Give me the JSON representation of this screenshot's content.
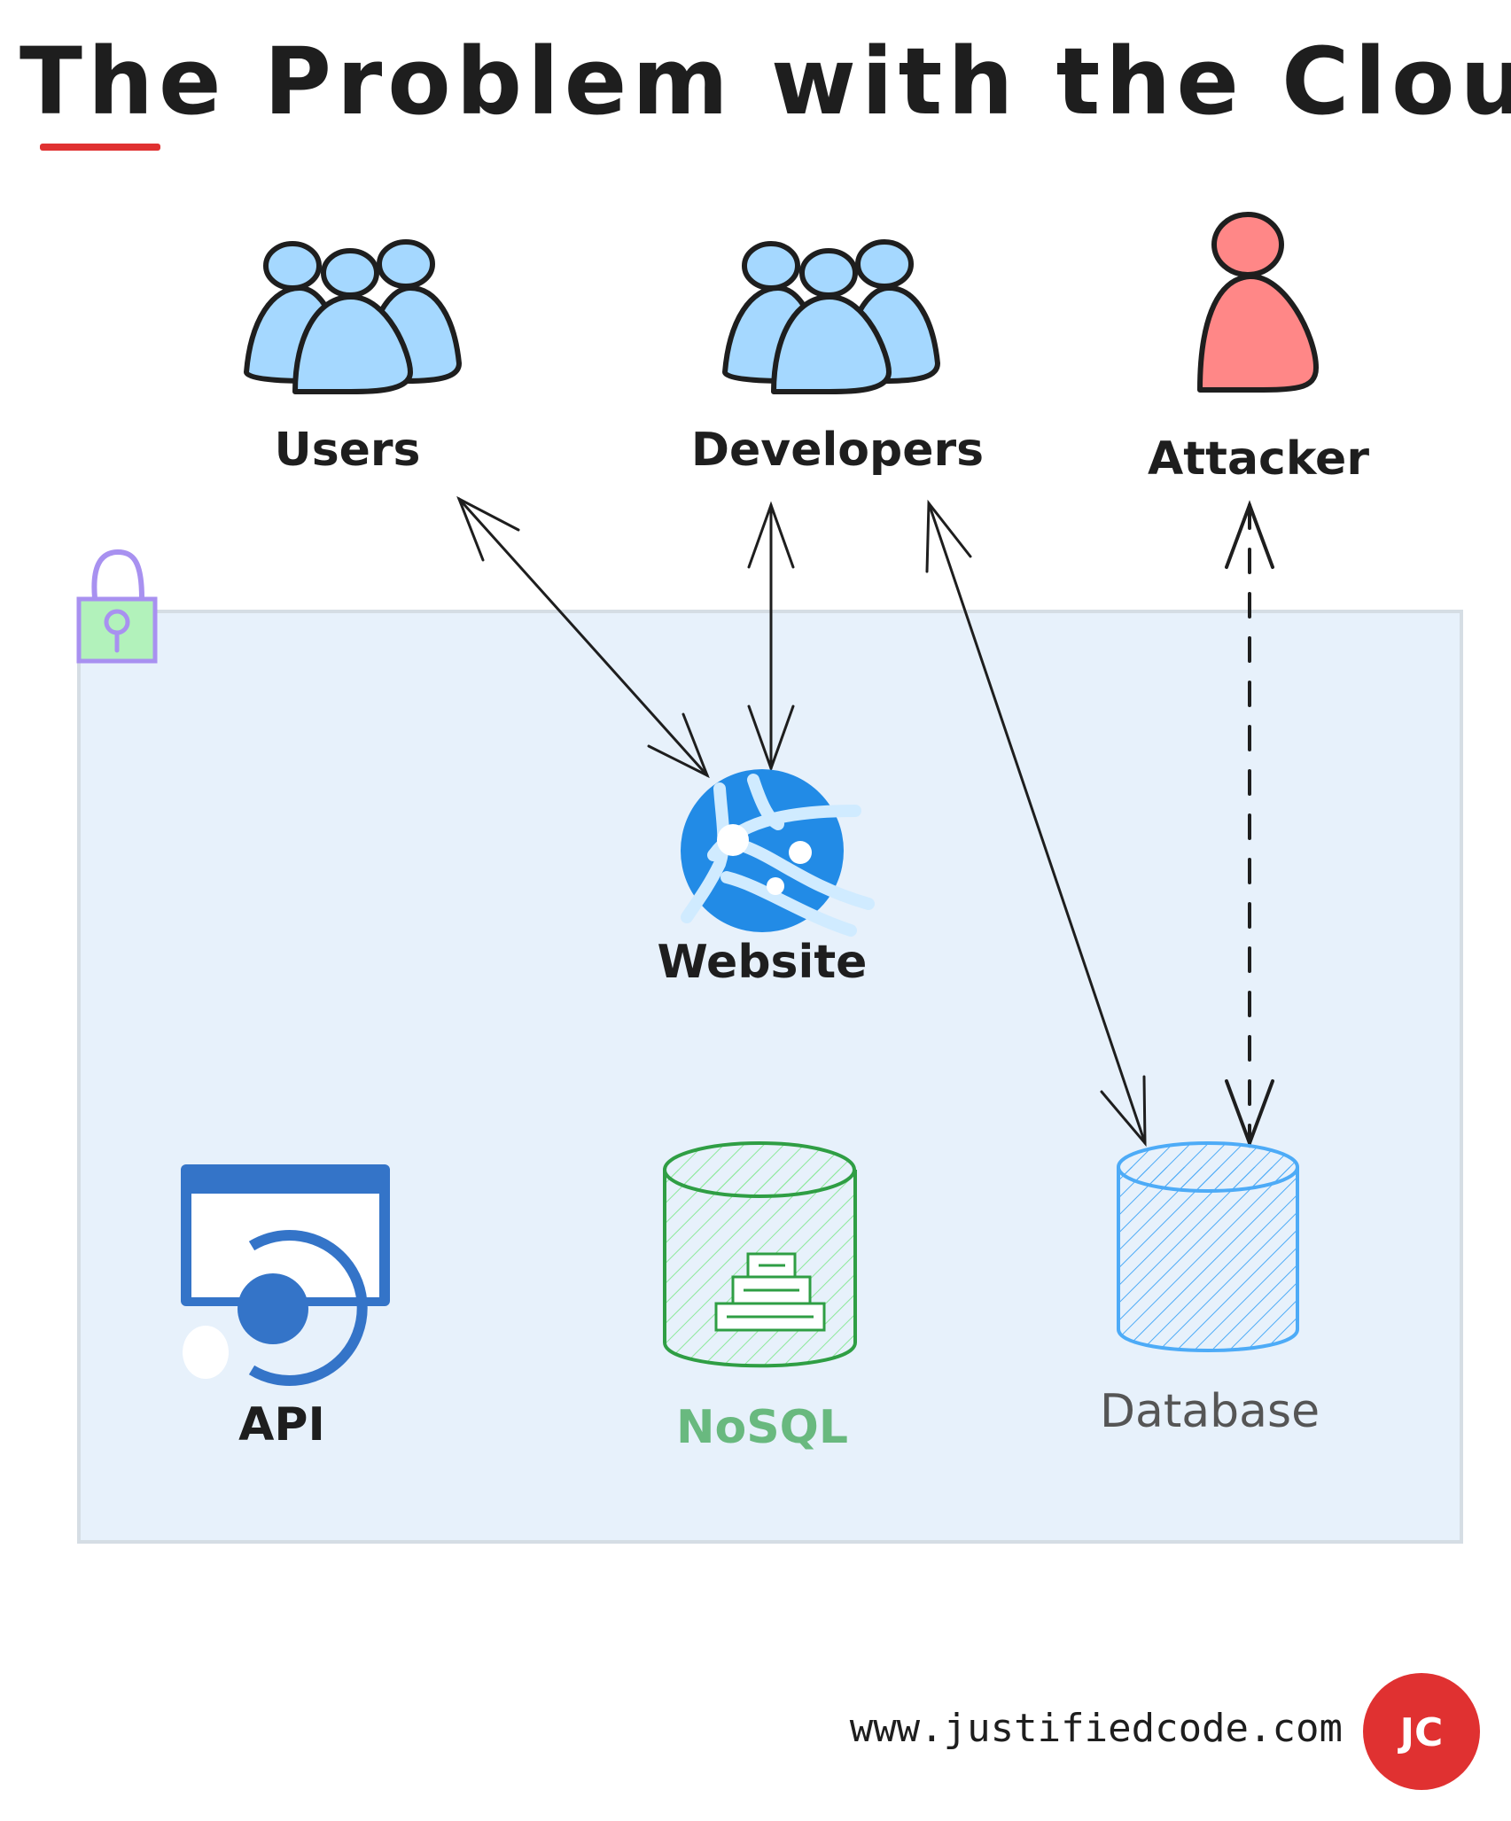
{
  "title": "The Problem with the Cloud",
  "colors": {
    "title_underline": "#e03131",
    "group_fill": "#a5d8ff",
    "attacker_fill": "#ff8787",
    "outline": "#1e1e1e",
    "container_fill": "#e7f1fb",
    "container_border": "#d5dde4",
    "lock_fill": "#b2f2bb",
    "lock_stroke": "#a891f0",
    "website_blue": "#228be6",
    "website_light": "#d0ebff",
    "api_blue": "#3474c8",
    "nosql_green": "#2f9e44",
    "nosql_label": "#69b97f",
    "database_blue": "#4dabf7",
    "database_label": "#555555",
    "badge_red": "#e03131"
  },
  "actors": [
    {
      "id": "users",
      "label": "Users",
      "icon": "user-group-icon"
    },
    {
      "id": "developers",
      "label": "Developers",
      "icon": "user-group-icon"
    },
    {
      "id": "attacker",
      "label": "Attacker",
      "icon": "user-icon"
    }
  ],
  "cloud": {
    "icon": "lock-icon",
    "nodes": [
      {
        "id": "website",
        "label": "Website",
        "icon": "web-app-icon"
      },
      {
        "id": "api",
        "label": "API",
        "icon": "api-app-icon"
      },
      {
        "id": "nosql",
        "label": "NoSQL",
        "icon": "nosql-database-icon"
      },
      {
        "id": "database",
        "label": "Database",
        "icon": "database-icon"
      }
    ]
  },
  "connections": [
    {
      "from": "Users",
      "to": "Website",
      "style": "solid",
      "bidirectional": true
    },
    {
      "from": "Developers",
      "to": "Website",
      "style": "solid",
      "bidirectional": true
    },
    {
      "from": "Developers",
      "to": "Database",
      "style": "solid",
      "bidirectional": true
    },
    {
      "from": "Attacker",
      "to": "Database",
      "style": "dashed",
      "bidirectional": true
    }
  ],
  "footer": {
    "url": "www.justifiedcode.com",
    "badge": "JC"
  }
}
